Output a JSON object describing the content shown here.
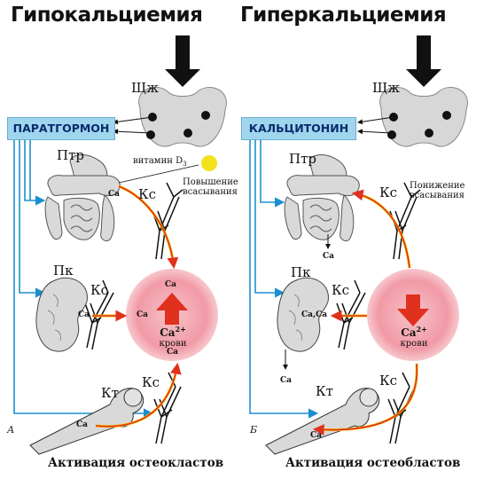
{
  "left_panel": {
    "title": "Гипокальциемия",
    "hormone": "ПАРАТГОРМОН",
    "thyroid_label": "Щж",
    "intestine_label": "Птр",
    "vitamin_label": "витамин D",
    "vitamin_subscript": "3",
    "absorption_note": "Повышение всасывания",
    "bone_vessel_label": "Кс",
    "kidney_label": "Пк",
    "bone_label": "Кт",
    "ca": "Са",
    "ca2": "Са",
    "charge": "2+",
    "blood": "крови",
    "letter": "А",
    "caption": "Активация остеокластов"
  },
  "right_panel": {
    "title": "Гиперкальциемия",
    "hormone": "КАЛЬЦИТОНИН",
    "thyroid_label": "Щж",
    "intestine_label": "Птр",
    "absorption_note": "Понижение всасывания",
    "bone_vessel_label": "Кс",
    "kidney_label": "Пк",
    "bone_label": "Кт",
    "ca": "Са",
    "kidney_ca": "Са,Са",
    "ca2": "Са",
    "charge": "2+",
    "blood": "крови",
    "letter": "Б",
    "caption": "Активация остеобластов"
  },
  "colors": {
    "hormone_box": "#9fd6ee",
    "link_blue": "#1c8fd0",
    "flow_red": "#e0301e",
    "flow_yellow": "#f5c400",
    "blood_pink": "#f4a6b0",
    "vitamin_yellow": "#f3e21a"
  }
}
